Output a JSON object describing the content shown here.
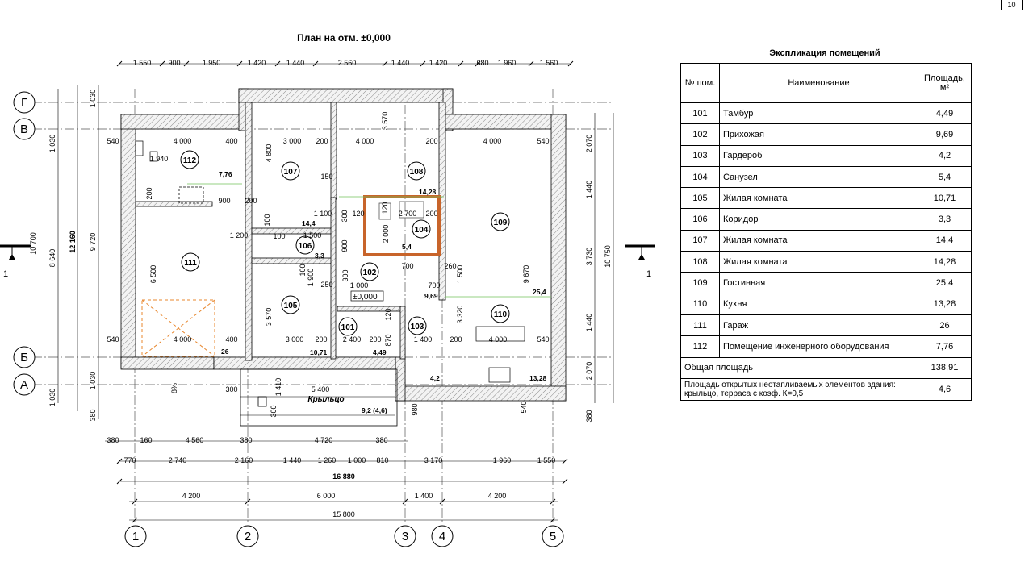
{
  "page_number": "10",
  "plan": {
    "title": "План на отм. ±0,000",
    "axes_numbers": [
      "1",
      "2",
      "3",
      "4",
      "5"
    ],
    "axes_letters": [
      "Г",
      "В",
      "Б",
      "А"
    ],
    "section_mark": "1",
    "porch_label": "Крыльцо",
    "elevation_mark": "±0,000",
    "slope": "8%",
    "rooms": [
      {
        "no": "112",
        "area": "7,76"
      },
      {
        "no": "107",
        "area": "14,4"
      },
      {
        "no": "108",
        "area": "14,28"
      },
      {
        "no": "109",
        "area": "25,4"
      },
      {
        "no": "104",
        "area": "5,4"
      },
      {
        "no": "106",
        "area": "3,3"
      },
      {
        "no": "111",
        "area": "26"
      },
      {
        "no": "102",
        "area": "9,69"
      },
      {
        "no": "105",
        "area": "10,71"
      },
      {
        "no": "101",
        "area": "4,49"
      },
      {
        "no": "103",
        "area": "4,2"
      },
      {
        "no": "110",
        "area": "13,28"
      }
    ],
    "porch_area": "9,2 (4,6)",
    "top_dims": [
      "1 550",
      "900",
      "1 950",
      "1 420",
      "1 440",
      "2 560",
      "1 440",
      "1 420",
      "680",
      "1 960",
      "1 560"
    ],
    "bottom_dims_1": [
      "380",
      "160",
      "4 560",
      "380",
      "4 720",
      "380"
    ],
    "bottom_dims_2": [
      "770",
      "2 740",
      "2 160",
      "1 440",
      "1 260",
      "1 000",
      "810",
      "3 170",
      "1 960",
      "1 550"
    ],
    "bottom_total": "16 880",
    "axis_dims": [
      "4 200",
      "6 000",
      "1 400",
      "4 200"
    ],
    "axis_total": "15 800",
    "left_dims": [
      "1 030",
      "1 030",
      "8 640",
      "10 700",
      "1 030",
      "1 030",
      "9 720",
      "12 160",
      "380"
    ],
    "right_dims": [
      "2 070",
      "1 440",
      "3 730",
      "1 440",
      "2 070",
      "10 750",
      "380"
    ],
    "inner_dims": [
      "4 000",
      "400",
      "3 000",
      "200",
      "4 000",
      "200",
      "4 000",
      "540",
      "540",
      "1 940",
      "200",
      "900",
      "200",
      "4 800",
      "150",
      "3 570",
      "120",
      "2 700",
      "200",
      "1 100",
      "300",
      "120",
      "2 000",
      "1 200",
      "100",
      "100",
      "1 500",
      "6 500",
      "900",
      "100",
      "300",
      "1 900",
      "700",
      "260",
      "250",
      "1 000",
      "1 500",
      "700",
      "9 670",
      "3 570",
      "3 320",
      "4 000",
      "400",
      "3 000",
      "200",
      "2 400",
      "200",
      "1 400",
      "200",
      "4 000",
      "540",
      "540",
      "5 400",
      "300",
      "1 410",
      "300",
      "980",
      "540",
      "870",
      "120"
    ]
  },
  "explication": {
    "title": "Экспликация помещений",
    "headers": {
      "no": "№ пом.",
      "name": "Наименование",
      "area": "Площадь, м²"
    },
    "rows": [
      {
        "no": "101",
        "name": "Тамбур",
        "area": "4,49"
      },
      {
        "no": "102",
        "name": "Прихожая",
        "area": "9,69"
      },
      {
        "no": "103",
        "name": "Гардероб",
        "area": "4,2"
      },
      {
        "no": "104",
        "name": "Санузел",
        "area": "5,4"
      },
      {
        "no": "105",
        "name": "Жилая комната",
        "area": "10,71"
      },
      {
        "no": "106",
        "name": "Коридор",
        "area": "3,3"
      },
      {
        "no": "107",
        "name": "Жилая комната",
        "area": "14,4"
      },
      {
        "no": "108",
        "name": "Жилая комната",
        "area": "14,28"
      },
      {
        "no": "109",
        "name": "Гостинная",
        "area": "25,4"
      },
      {
        "no": "110",
        "name": "Кухня",
        "area": "13,28"
      },
      {
        "no": "111",
        "name": "Гараж",
        "area": "26"
      },
      {
        "no": "112",
        "name": "Помещение инженерного оборудования",
        "area": "7,76"
      }
    ],
    "total_label": "Общая площадь",
    "total_value": "138,91",
    "note_label": "Площадь открытых неотапливаемых элементов здания: крыльцо, терраса с коэф. К=0,5",
    "note_value": "4,6"
  }
}
